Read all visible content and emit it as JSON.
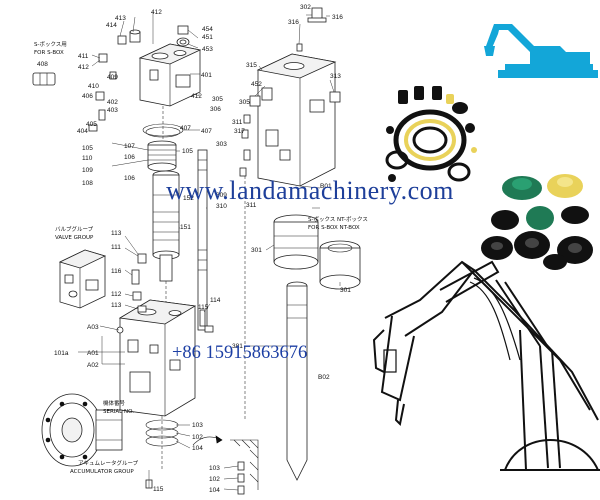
{
  "watermark": "www.landamachinery.com",
  "phone": "+86 15915863676",
  "labels": {
    "l302": "302",
    "l316a": "316",
    "l316b": "316",
    "l315": "315",
    "l313": "313",
    "l452": "452",
    "l305b": "305",
    "l317": "317",
    "l311a": "311",
    "l303": "303",
    "l309": "309",
    "l310": "310",
    "l311b": "311",
    "lB01": "B01",
    "l301a": "301",
    "l301b": "301",
    "lB02": "B02",
    "l381": "381",
    "l414": "414",
    "l413": "413",
    "l412": "412",
    "l451": "451",
    "l453": "453",
    "l454": "454",
    "l411": "411",
    "l412b": "412",
    "l408": "408",
    "l401": "401",
    "l409": "409",
    "l410": "410",
    "l407a": "407",
    "l406": "406",
    "l403": "403",
    "l402": "402",
    "l412c": "412",
    "l405": "405",
    "l404": "404",
    "l306": "306",
    "l305": "305",
    "l107": "107",
    "l110": "110",
    "l106a": "106",
    "l109": "109",
    "l108": "108",
    "l106b": "106",
    "l105a": "105",
    "l105b": "105",
    "l407b": "407",
    "l152": "152",
    "l151": "151",
    "l113": "113",
    "l111": "111",
    "l116": "116",
    "l112": "112",
    "l113b": "113",
    "l115a": "115",
    "l114": "114",
    "lA03": "A03",
    "l101a": "101a",
    "lA01": "A01",
    "lA02": "A02",
    "l103a": "103",
    "l102a": "102",
    "l104a": "104",
    "l103b": "103",
    "l102b": "102",
    "l104b": "104",
    "l115b": "115"
  },
  "captions": {
    "sbox_jp": "S-ボックス用",
    "sbox_en": "FOR S-BOX",
    "snt_jp": "S-ボックス   NT-ボックス",
    "snt_en": "FOR S-BOX  NT-BOX",
    "valve_jp": "バルブグループ",
    "valve_en": "VALVE GROUP",
    "serial_jp": "機体番号",
    "serial_en": "SERIAL NO.",
    "acc_jp": "アキュムレータグループ",
    "acc_en": "ACCUMULATOR GROUP"
  },
  "colors": {
    "watermark": "#1e3f9a",
    "excavator": "#13a6d8",
    "seal_black": "#111111",
    "seal_yellow": "#e9d25a",
    "seal_green": "#1f7a55"
  },
  "icons": [
    "excavator-silhouette-icon",
    "seal-kit-photo",
    "diaphragm-photo",
    "excavator-boom-illustration"
  ]
}
